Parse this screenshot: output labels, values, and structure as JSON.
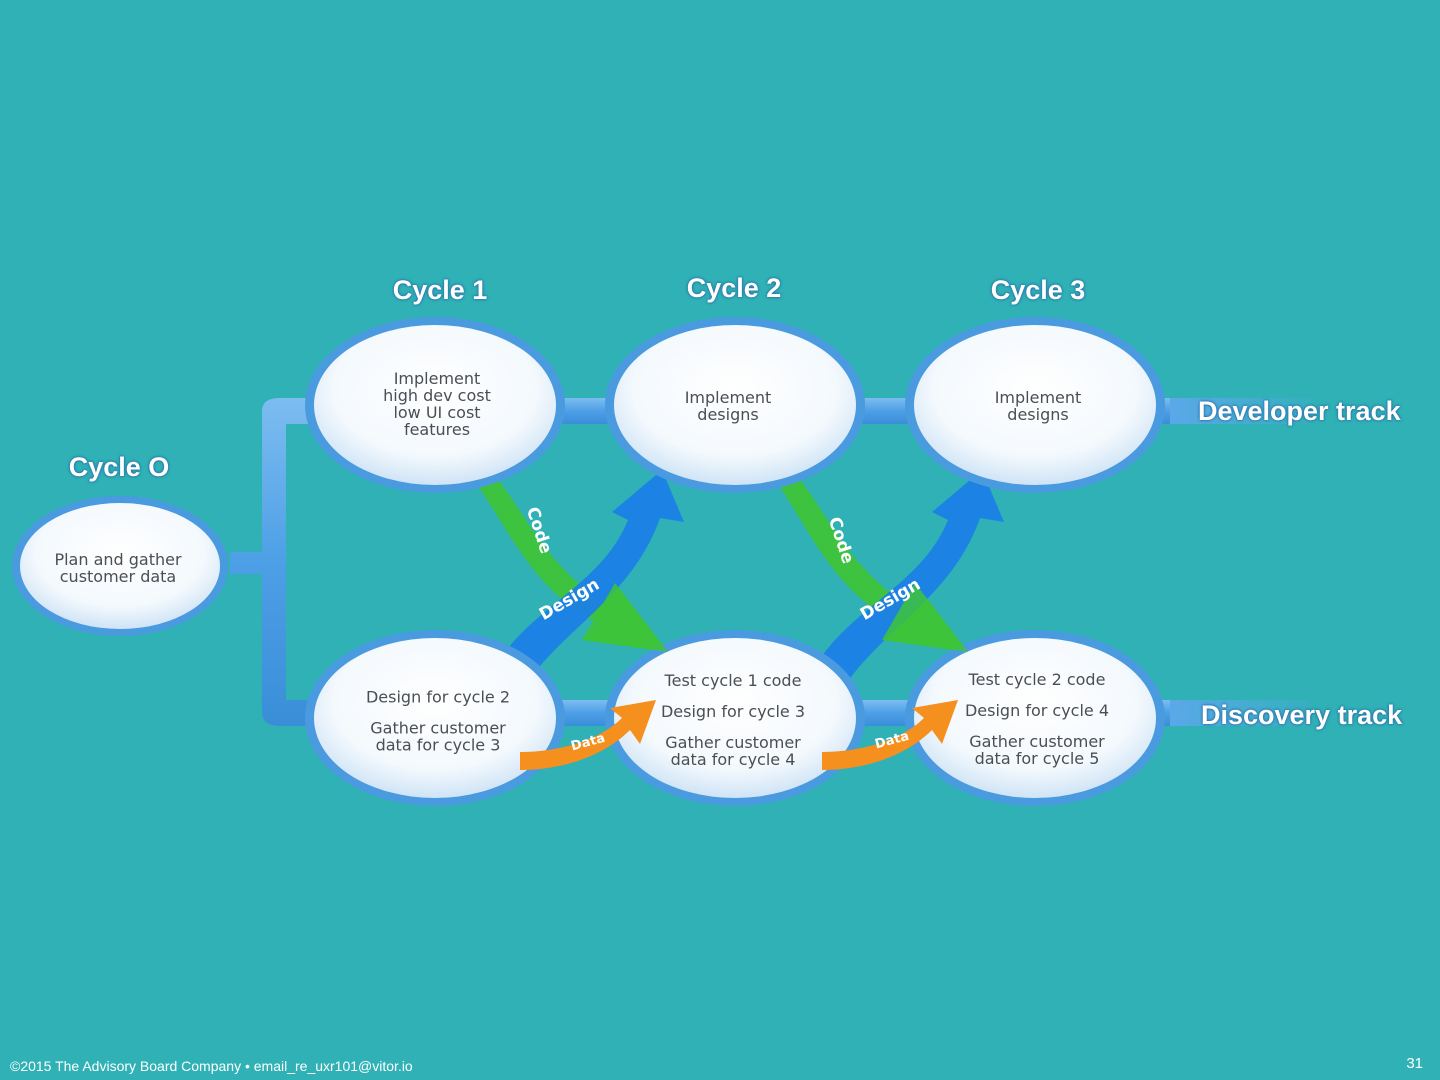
{
  "headings": {
    "cycle0": "Cycle O",
    "cycle1": "Cycle 1",
    "cycle2": "Cycle 2",
    "cycle3": "Cycle 3"
  },
  "tracks": {
    "developer": "Developer track",
    "discovery": "Discovery track"
  },
  "nodes": {
    "cycle0": [
      "Plan and gather",
      "customer data"
    ],
    "dev1": [
      "Implement",
      "high dev cost",
      "low UI cost",
      "features"
    ],
    "dev2": [
      "Implement",
      "designs"
    ],
    "dev3": [
      "Implement",
      "designs"
    ],
    "disc1": [
      "Design for cycle 2",
      "Gather customer",
      "data for cycle 3"
    ],
    "disc2": [
      "Test cycle 1 code",
      "Design for cycle 3",
      "Gather customer",
      "data for cycle 4"
    ],
    "disc3": [
      "Test cycle 2 code",
      "Design for cycle 4",
      "Gather customer",
      "data for cycle 5"
    ]
  },
  "arrow_labels": {
    "code": "Code",
    "design": "Design",
    "data": "Data"
  },
  "colors": {
    "background": "#2fb1b6",
    "track_pipe": "#5aa8e8",
    "code_arrow": "#3ec43a",
    "design_arrow": "#1b7fe6",
    "data_arrow": "#f5901e"
  },
  "footer": {
    "copyright": "©2015 The Advisory Board Company • email_re_uxr101@vitor.io",
    "page_number": "31"
  }
}
